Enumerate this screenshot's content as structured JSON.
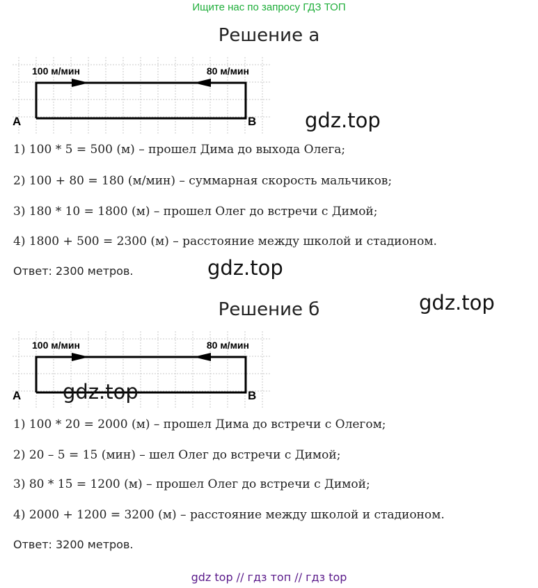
{
  "top_link": "Ищите нас по запросу ГДЗ ТОП",
  "diagram": {
    "left_speed": "100 м/мин",
    "right_speed": "80 м/мин",
    "point_a": "A",
    "point_b": "B"
  },
  "solution_a": {
    "title": "Решение а",
    "lines": [
      "1) 100 * 5 = 500 (м) – прошел Дима до выхода Олега;",
      "2) 100 + 80 = 180 (м/мин) – суммарная скорость мальчиков;",
      "3) 180 * 10 = 1800 (м) – прошел Олег до встречи с Димой;",
      "4) 1800 + 500 = 2300 (м) – расстояние между школой и стадионом."
    ],
    "answer": "Ответ: 2300 метров."
  },
  "solution_b": {
    "title": "Решение б",
    "lines": [
      "1) 100 * 20 = 2000 (м) – прошел Дима до встречи с Олегом;",
      "2) 20 – 5 = 15 (мин) – шел Олег до встречи с Димой;",
      "3) 80 * 15 = 1200 (м) – прошел Олег до встречи с Димой;",
      "4) 2000 + 1200 = 3200 (м) – расстояние между школой и стадионом."
    ],
    "answer": "Ответ: 3200 метров."
  },
  "watermark": "gdz.top",
  "footer": "gdz top  //  гдз топ  //  гдз top"
}
